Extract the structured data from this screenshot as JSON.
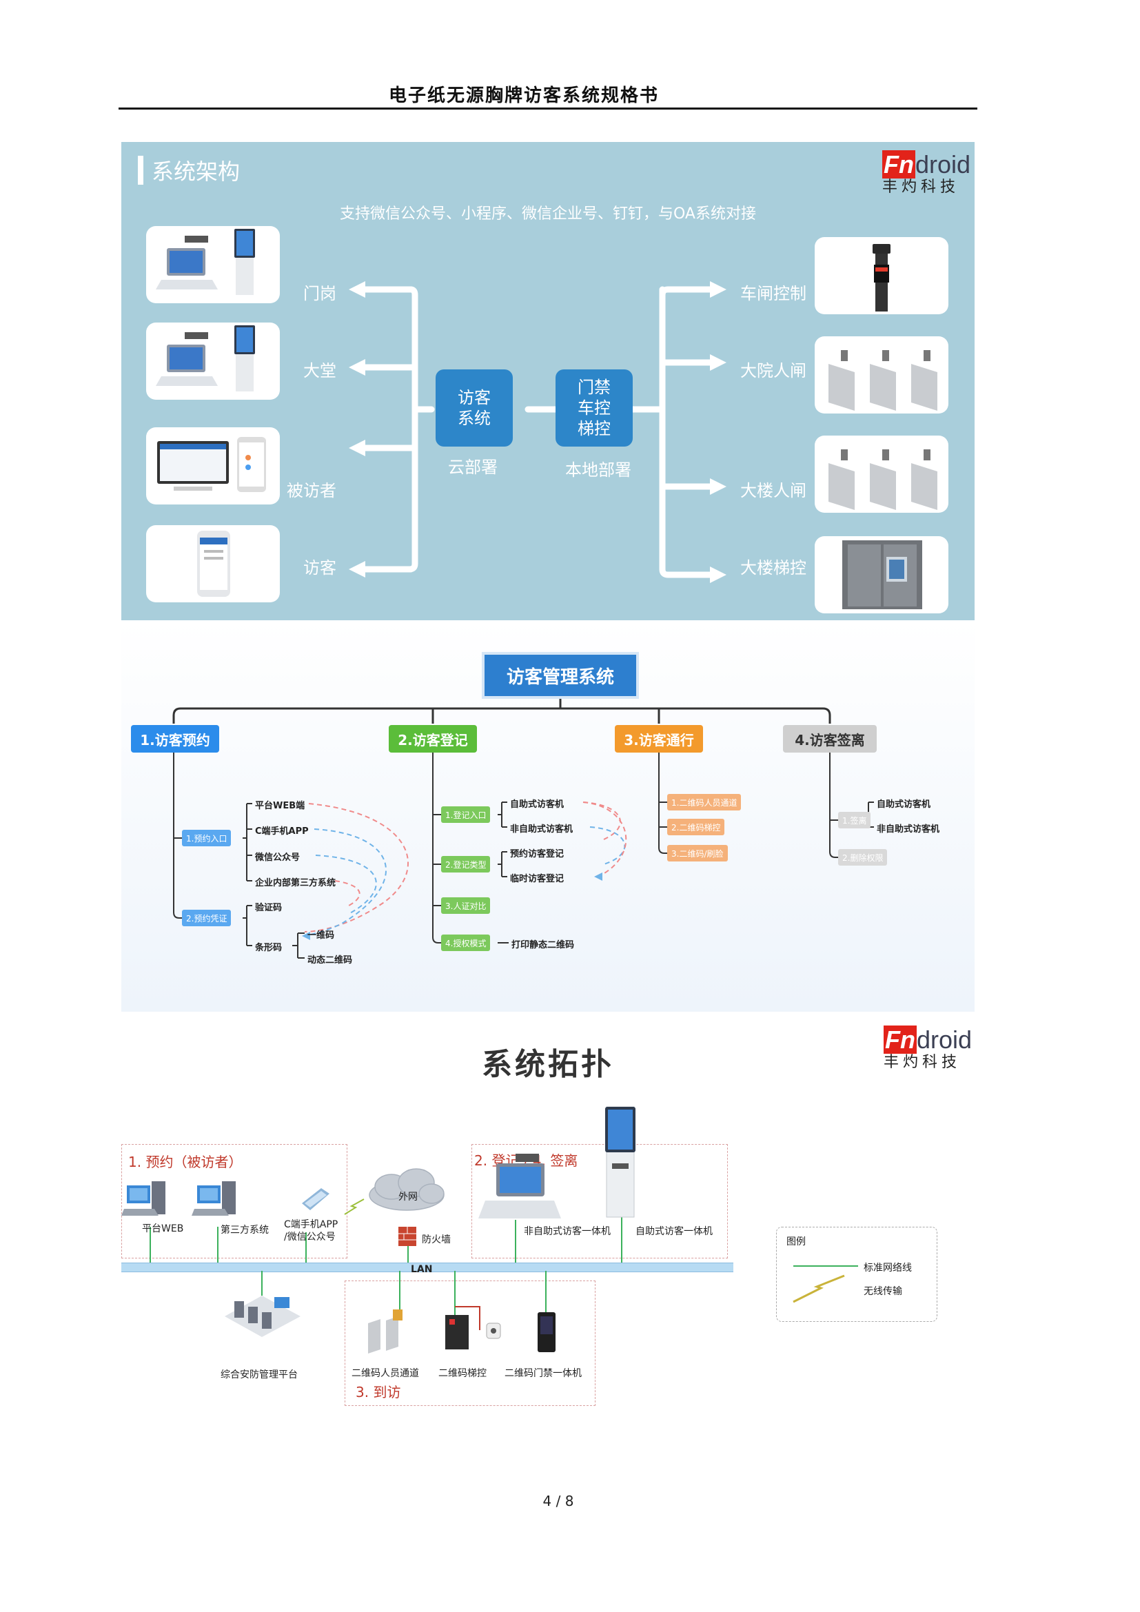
{
  "header": {
    "title": "电子纸无源胸牌访客系统规格书"
  },
  "logo": {
    "brand_fn": "Fn",
    "brand_rest": "droid",
    "cn": "丰灼科技"
  },
  "architecture": {
    "title": "系统架构",
    "subtitle": "支持微信公众号、小程序、微信企业号、钉钉，与OA系统对接",
    "left_labels": [
      "门岗",
      "大堂",
      "被访者",
      "访客"
    ],
    "right_labels": [
      "车闸控制",
      "大院人闸",
      "大楼人闸",
      "大楼梯控"
    ],
    "core_cloud": {
      "lines": [
        "访客",
        "系统"
      ],
      "caption": "云部署"
    },
    "core_local": {
      "lines": [
        "门禁",
        "车控",
        "梯控"
      ],
      "caption": "本地部署"
    }
  },
  "mindmap": {
    "root": "访客管理系统",
    "cats": [
      "1.访客预约",
      "2.访客登记",
      "3.访客通行",
      "4.访客签离"
    ],
    "colors": {
      "c1": "#2b8ceb",
      "c2": "#5bbd3a",
      "c3": "#f39a2c",
      "c4": "#cfcfcf"
    },
    "c1": {
      "tag1": "1.预约入口",
      "tag2": "2.预约凭证",
      "entry": [
        "平台WEB端",
        "C端手机APP",
        "微信公众号",
        "企业内部第三方系统"
      ],
      "proof": [
        "验证码",
        "条形码"
      ],
      "code": [
        "一维码",
        "动态二维码"
      ]
    },
    "c2": {
      "tags": [
        "1.登记入口",
        "2.登记类型",
        "3.人证对比",
        "4.授权模式"
      ],
      "entry": [
        "自助式访客机",
        "非自助式访客机"
      ],
      "type": [
        "预约访客登记",
        "临时访客登记"
      ],
      "auth": "打印静态二维码"
    },
    "c3": {
      "tags": [
        "1.二维码人员通道",
        "2.二维码梯控",
        "3.二维码/刷脸"
      ]
    },
    "c4": {
      "tags": [
        "1.签离",
        "2.删除权限"
      ],
      "sign": [
        "自助式访客机",
        "非自助式访客机"
      ]
    }
  },
  "topology": {
    "title": "系统拓扑",
    "zone1": "1. 预约（被访者）",
    "zone2": "2. 登记 / 4. 签离",
    "zone3": "3. 到访",
    "captions": {
      "web": "平台WEB",
      "third": "第三方系统",
      "app1": "C端手机APP",
      "app2": "/微信公众号",
      "cloud": "外网",
      "firewall": "防火墙",
      "lan": "LAN",
      "kiosk1": "非自助式访客一体机",
      "kiosk2": "自助式访客一体机",
      "platform": "综合安防管理平台",
      "gate": "二维码人员通道",
      "elevator": "二维码梯控",
      "door": "二维码门禁一体机"
    },
    "legend": {
      "title": "图例",
      "wired": "标准网络线",
      "wireless": "无线传输"
    }
  },
  "footer": {
    "page": "4 / 8"
  }
}
